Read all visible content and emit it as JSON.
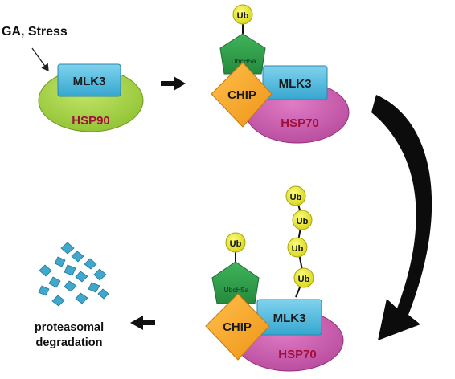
{
  "stimulus": {
    "label": "GA, Stress"
  },
  "step1": {
    "kinase": "MLK3",
    "chaperone": "HSP90"
  },
  "step2": {
    "ubiquitin": "Ub",
    "e2": "UbcH5a",
    "e3": "CHIP",
    "kinase": "MLK3",
    "chaperone": "HSP70"
  },
  "step3": {
    "ubiquitin": "Ub",
    "chain": [
      "Ub",
      "Ub",
      "Ub",
      "Ub"
    ],
    "e2": "UbcH5a",
    "e3": "CHIP",
    "kinase": "MLK3",
    "chaperone": "HSP70"
  },
  "outcome": {
    "line1": "proteasomal",
    "line2": "degradation"
  },
  "colors": {
    "mlk3": "#4db8dc",
    "hsp90": "#9ccc3a",
    "hsp70": "#c85aa8",
    "chip": "#f5a623",
    "ubch5a": "#2e9a4a",
    "ub": "#e8e62a",
    "fragments": "#3fa8cc",
    "arrow": "#111111"
  }
}
